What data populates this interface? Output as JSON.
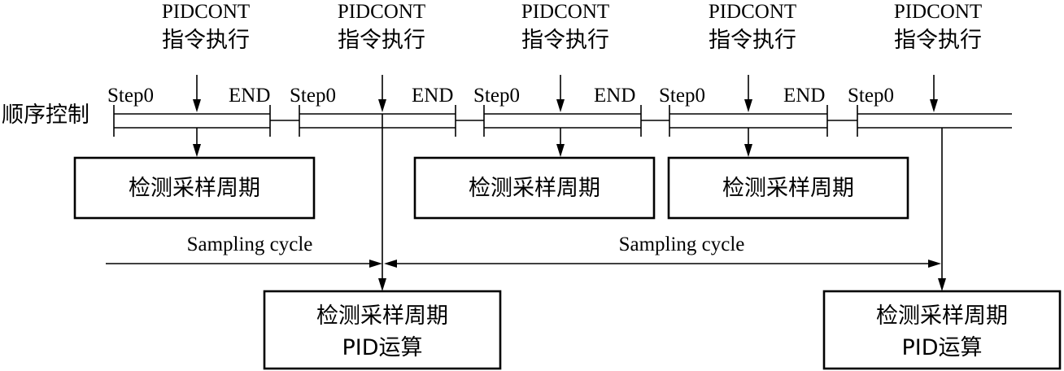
{
  "pidcont_labels": [
    {
      "line1": "PIDCONT",
      "line2": "指令执行"
    },
    {
      "line1": "PIDCONT",
      "line2": "指令执行"
    },
    {
      "line1": "PIDCONT",
      "line2": "指令执行"
    },
    {
      "line1": "PIDCONT",
      "line2": "指令执行"
    },
    {
      "line1": "PIDCONT",
      "line2": "指令执行"
    }
  ],
  "row_label": "顺序控制",
  "step_labels": [
    "Step0",
    "Step0",
    "Step0",
    "Step0",
    "Step0"
  ],
  "end_labels": [
    "END",
    "END",
    "END",
    "END"
  ],
  "sampling_boxes": [
    "检测采样周期",
    "检测采样周期",
    "检测采样周期"
  ],
  "pid_boxes": [
    {
      "line1": "检测采样周期",
      "line2": "PID运算"
    },
    {
      "line1": "检测采样周期",
      "line2": "PID运算"
    }
  ],
  "cycle_labels": [
    "Sampling cycle",
    "Sampling cycle"
  ]
}
